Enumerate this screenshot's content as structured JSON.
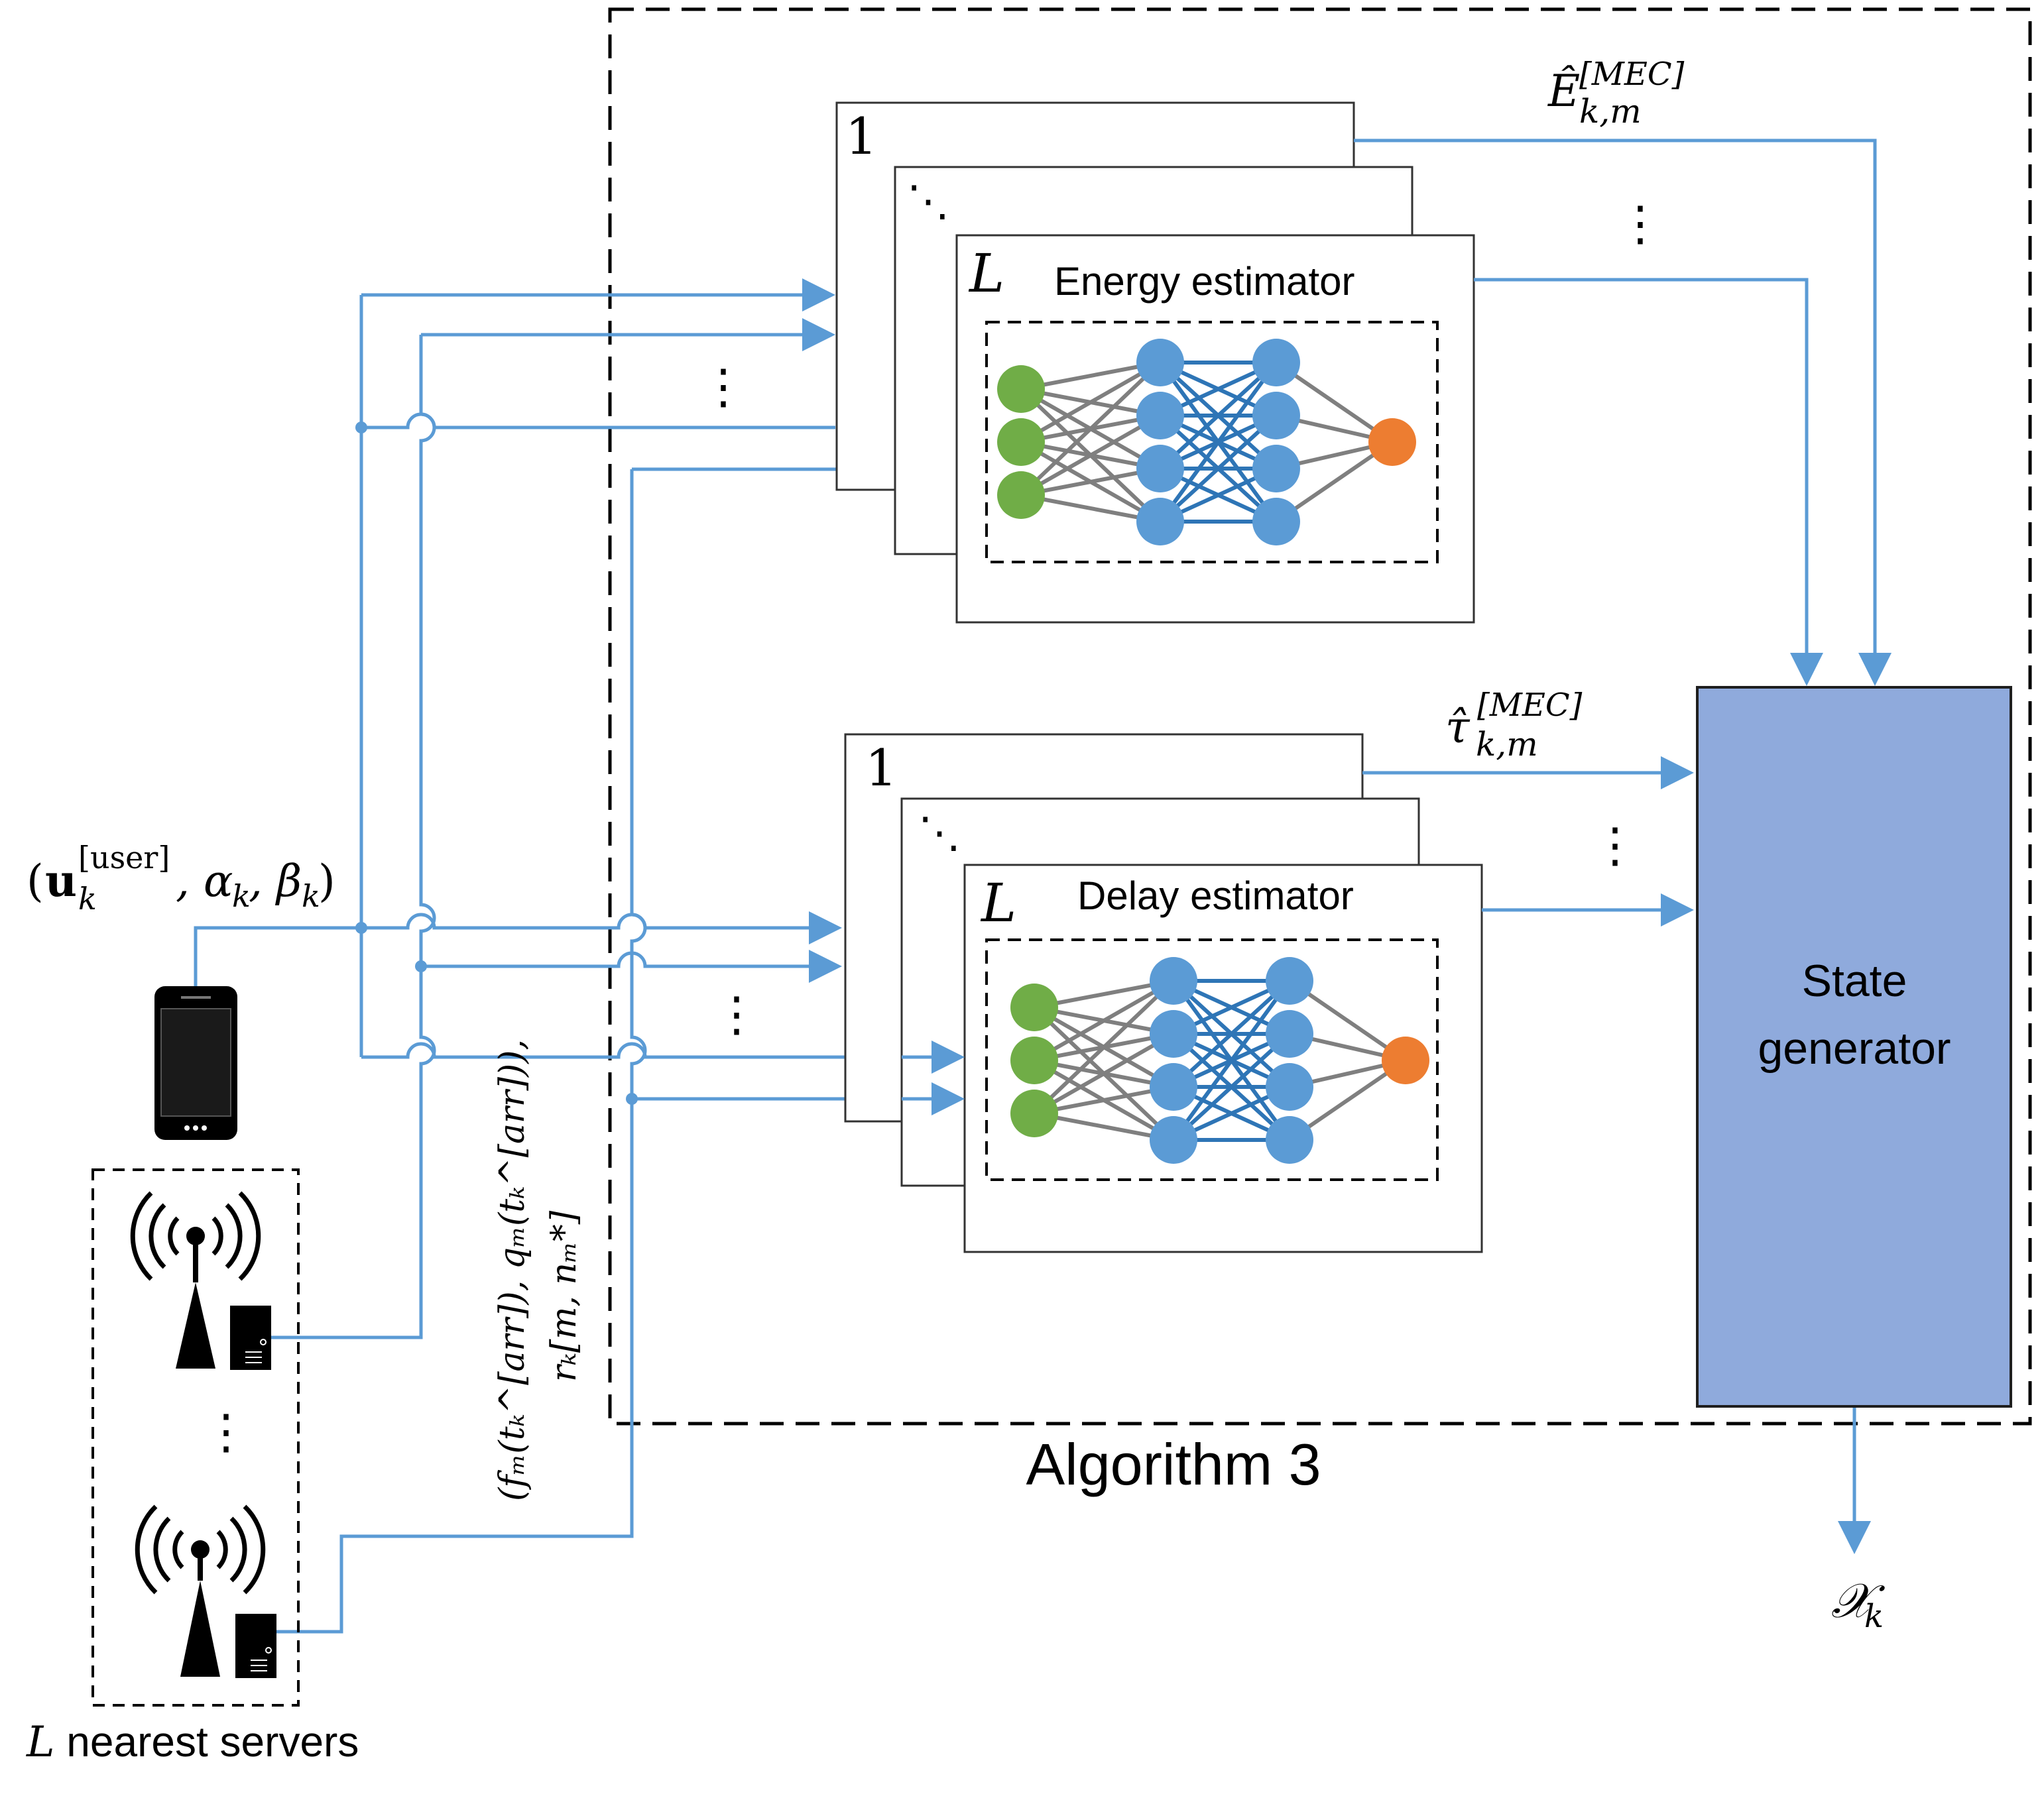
{
  "algorithm_label": "Algorithm 3",
  "energy_block": {
    "title": "Energy estimator",
    "stack_first": "1",
    "stack_last": "L",
    "output_symbol": "Ê",
    "output_superscript": "[MEC]",
    "output_subscript": "k,m"
  },
  "delay_block": {
    "title": "Delay estimator",
    "stack_first": "1",
    "stack_last": "L",
    "output_symbol": "τ̂",
    "output_superscript": "[MEC]",
    "output_subscript": "k,m"
  },
  "state_generator": {
    "line1": "State",
    "line2": "generator"
  },
  "output_label": {
    "symbol": "𝒳",
    "subscript": "k"
  },
  "user_input": {
    "open": "(",
    "u_symbol": "u",
    "u_superscript": "[user]",
    "u_subscript": "k",
    "rest": ", α",
    "alpha_sub": "k",
    "beta": ", β",
    "beta_sub": "k",
    "close": ")"
  },
  "server_input": {
    "line1": "(fₘ(tₖ^[arr]), qₘ(tₖ^[arr])),",
    "line2": "rₖ[m, nₘ*]"
  },
  "servers_label": {
    "symbol": "L",
    "text": " nearest servers"
  },
  "ellipsis": "⋮",
  "diag_ellipsis": "⋱",
  "colors": {
    "arrow": "#5b9bd5",
    "state_fill": "#8faadc",
    "input_node": "#70ad47",
    "hidden_node": "#5b9bd5",
    "output_node": "#ed7d31",
    "edge_gray": "#7f7f7f",
    "edge_blue": "#2e75b6"
  },
  "network": {
    "layers": [
      3,
      4,
      4,
      1
    ]
  }
}
